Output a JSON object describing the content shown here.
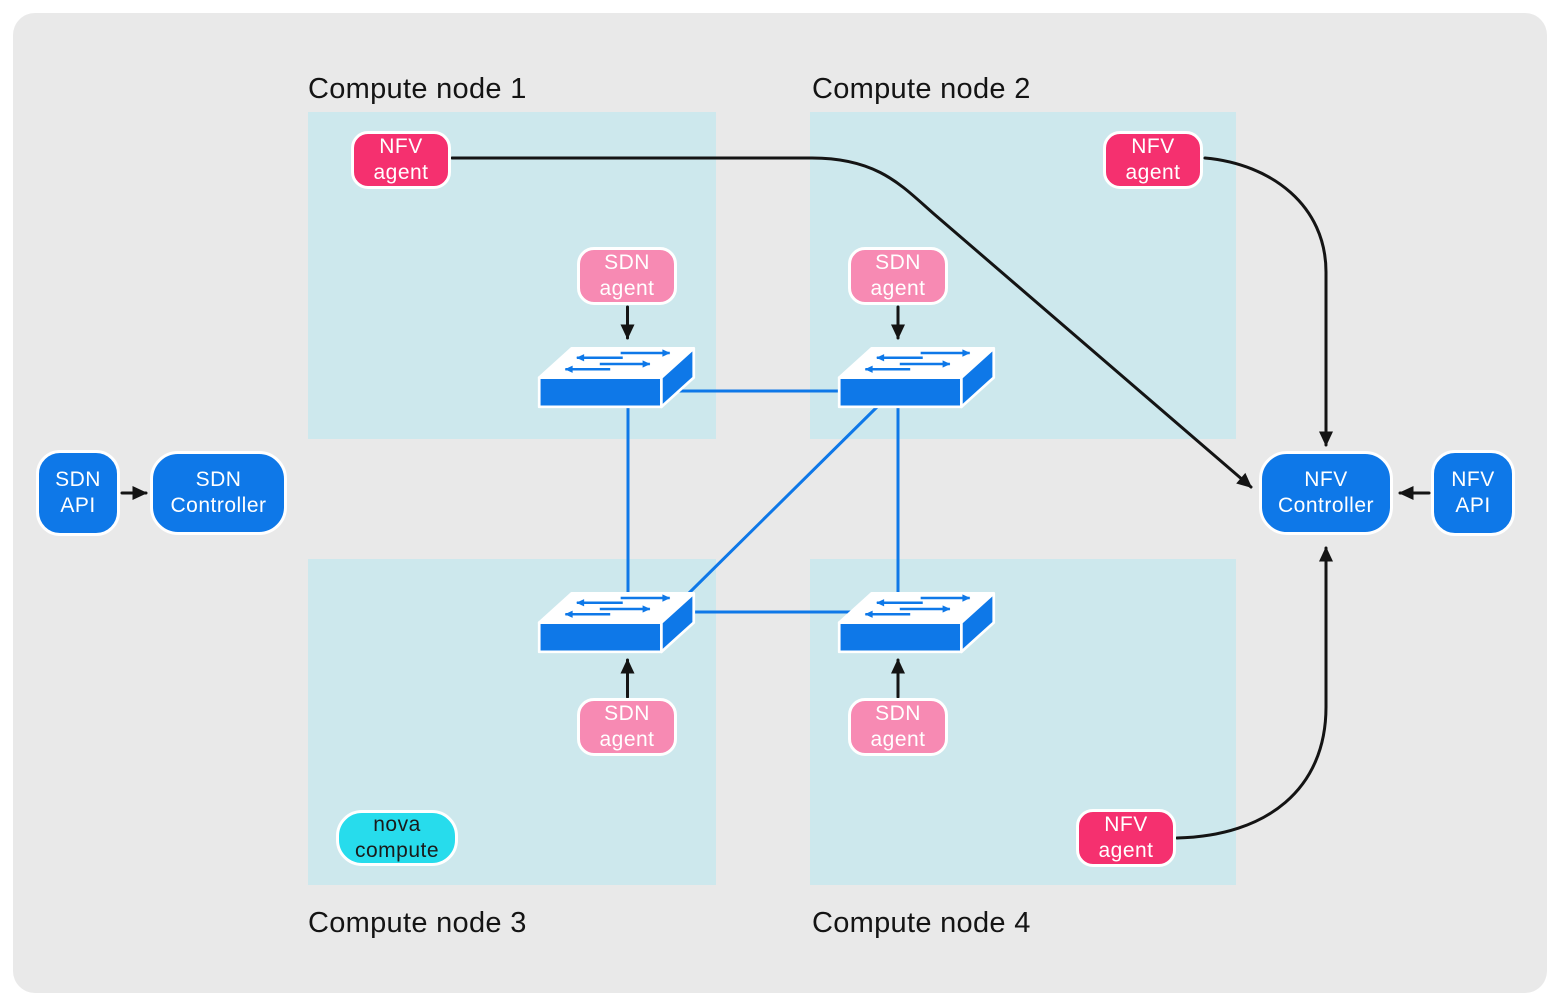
{
  "colors": {
    "panel_bg": "#e9e9e9",
    "node_bg": "#cde8ed",
    "blue": "#0e78e8",
    "nfv_pink": "#f5306f",
    "sdn_pink": "#f78ab3",
    "nova_cyan": "#27dcec",
    "ink": "#141414"
  },
  "sdn_api": {
    "label": "SDN API"
  },
  "sdn_controller": {
    "label": "SDN Controller"
  },
  "nfv_controller": {
    "label": "NFV Controller"
  },
  "nfv_api": {
    "label": "NFV API"
  },
  "nodes": [
    {
      "label": "Compute node 1",
      "nfv_agent": "NFV agent",
      "sdn_agent": "SDN agent"
    },
    {
      "label": "Compute node 2",
      "nfv_agent": "NFV agent",
      "sdn_agent": "SDN agent"
    },
    {
      "label": "Compute node 3",
      "sdn_agent": "SDN agent",
      "nova_compute": "nova compute"
    },
    {
      "label": "Compute node 4",
      "sdn_agent": "SDN agent",
      "nfv_agent": "NFV agent"
    }
  ],
  "connections": [
    {
      "from": "SDN API",
      "to": "SDN Controller",
      "type": "black-arrow"
    },
    {
      "from": "NFV API",
      "to": "NFV Controller",
      "type": "black-arrow"
    },
    {
      "from": "NFV agent (compute node 1)",
      "to": "NFV Controller",
      "type": "black-arrow"
    },
    {
      "from": "NFV agent (compute node 2)",
      "to": "NFV Controller",
      "type": "black-arrow"
    },
    {
      "from": "NFV agent (compute node 4)",
      "to": "NFV Controller",
      "type": "black-arrow"
    },
    {
      "from": "SDN agent (compute node 1)",
      "to": "switch (compute node 1)",
      "type": "black-arrow"
    },
    {
      "from": "SDN agent (compute node 2)",
      "to": "switch (compute node 2)",
      "type": "black-arrow"
    },
    {
      "from": "SDN agent (compute node 3)",
      "to": "switch (compute node 3)",
      "type": "black-arrow"
    },
    {
      "from": "SDN agent (compute node 4)",
      "to": "switch (compute node 4)",
      "type": "black-arrow"
    },
    {
      "from": "switch (compute node 1)",
      "to": "switch (compute node 2)",
      "type": "blue-link"
    },
    {
      "from": "switch (compute node 1)",
      "to": "switch (compute node 3)",
      "type": "blue-link"
    },
    {
      "from": "switch (compute node 2)",
      "to": "switch (compute node 4)",
      "type": "blue-link"
    },
    {
      "from": "switch (compute node 3)",
      "to": "switch (compute node 4)",
      "type": "blue-link"
    },
    {
      "from": "switch (compute node 2)",
      "to": "switch (compute node 3)",
      "type": "blue-link"
    }
  ]
}
